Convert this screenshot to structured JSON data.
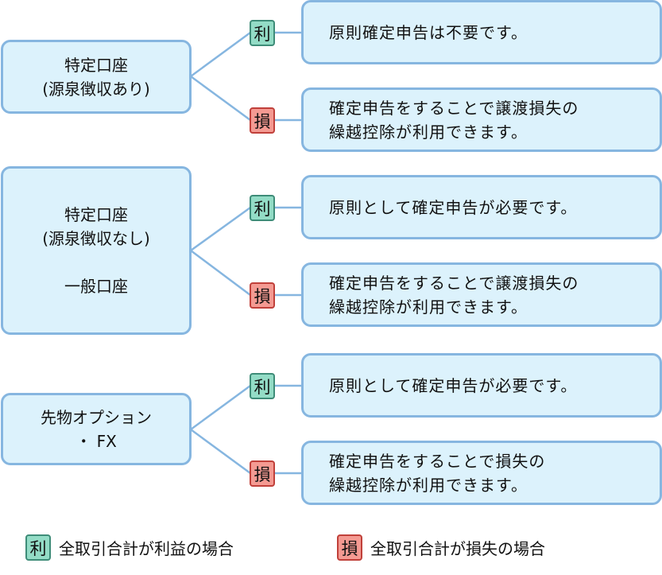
{
  "account_groups": [
    {
      "label_lines": [
        "特定口座",
        "(源泉徴収あり)"
      ],
      "profit_badge": "利",
      "profit_text": [
        "原則確定申告は不要です。"
      ],
      "loss_badge": "損",
      "loss_text": [
        "確定申告をすることで譲渡損失の",
        "繰越控除が利用できます。"
      ]
    },
    {
      "label_lines": [
        "特定口座",
        "(源泉徴収なし)",
        "",
        "一般口座"
      ],
      "profit_badge": "利",
      "profit_text": [
        "原則として確定申告が必要です。"
      ],
      "loss_badge": "損",
      "loss_text": [
        "確定申告をすることで譲渡損失の",
        "繰越控除が利用できます。"
      ]
    },
    {
      "label_lines": [
        "先物オプション",
        "・ FX"
      ],
      "profit_badge": "利",
      "profit_text": [
        "原則として確定申告が必要です。"
      ],
      "loss_badge": "損",
      "loss_text": [
        "確定申告をすることで損失の",
        "繰越控除が利用できます。"
      ]
    }
  ],
  "legend": {
    "profit": {
      "badge": "利",
      "text": "全取引合計が利益の場合"
    },
    "loss": {
      "badge": "損",
      "text": "全取引合計が損失の場合"
    }
  },
  "colors": {
    "box_fill": "#dcf2fc",
    "box_border": "#86b6e0",
    "profit_fill": "#93dcc6",
    "profit_border": "#3e8c78",
    "loss_fill": "#f49a92",
    "loss_border": "#c0403a",
    "connector": "#86b6e0"
  }
}
